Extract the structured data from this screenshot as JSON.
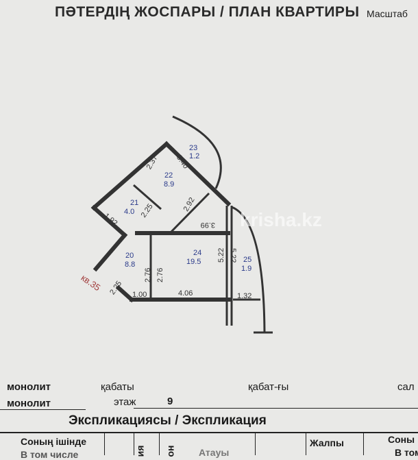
{
  "header": {
    "title": "ПӘТЕРДІҢ ЖОСПАРЫ / ПЛАН КВАРТИРЫ",
    "scale_label": "Масштаб"
  },
  "plan": {
    "apartment_label": "кв.35",
    "watermark": "krisha.kz",
    "rooms": [
      {
        "number": "23",
        "area": "1.2"
      },
      {
        "number": "22",
        "area": "8.9"
      },
      {
        "number": "21",
        "area": "4.0"
      },
      {
        "number": "20",
        "area": "8.8"
      },
      {
        "number": "24",
        "area": "19.5"
      },
      {
        "number": "25",
        "area": "1.9"
      }
    ],
    "dimensions": [
      "2.37",
      "3.40",
      "2.92",
      "2.25",
      "1.92",
      "3.99",
      "5.22",
      "5.22",
      "2.76",
      "2.76",
      "2.25",
      "1.00",
      "4.06",
      "1.32"
    ]
  },
  "info": {
    "material_kz": "монолит",
    "material_ru": "монолит",
    "floor_kz": "қабаты",
    "floor_ru": "этаж",
    "floor_value": "9",
    "floors_kz": "қабат-ғы",
    "built_kz": "сал"
  },
  "explication": {
    "title": "Экспликациясы / Экспликация",
    "headers": [
      "Соның ішінде",
      "ия",
      "он",
      "Атауы",
      "Жалпы",
      "Соны"
    ],
    "subheaders": [
      "В том числе",
      "",
      "",
      "",
      "",
      "В том"
    ]
  }
}
